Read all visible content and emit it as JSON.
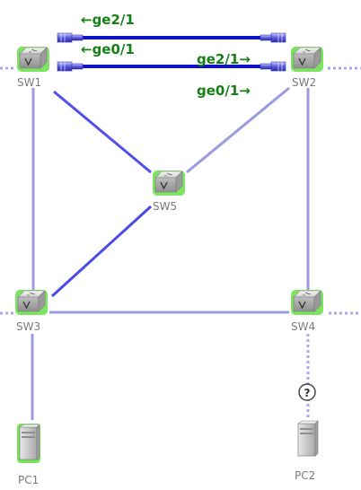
{
  "colors": {
    "link_dark": "#4a4af0",
    "link_light": "#9b9be0",
    "link_bold": "#1010c8",
    "port_text": "#158015",
    "device_green": "#76e25a",
    "device_label": "#7a7a7a",
    "dotted": "#a8a8ee"
  },
  "devices": {
    "sw1": {
      "label": "SW1"
    },
    "sw2": {
      "label": "SW2"
    },
    "sw3": {
      "label": "SW3"
    },
    "sw4": {
      "label": "SW4"
    },
    "sw5": {
      "label": "SW5"
    },
    "pc1": {
      "label": "PC1"
    },
    "pc2": {
      "label": "PC2"
    }
  },
  "ports": {
    "sw1_top": "←ge2/1",
    "sw1_bottom": "←ge0/1",
    "sw2_top": "ge2/1→",
    "sw2_bottom": "ge0/1→"
  },
  "status_icon": {
    "text": "?",
    "icon": "question-mark-icon"
  }
}
